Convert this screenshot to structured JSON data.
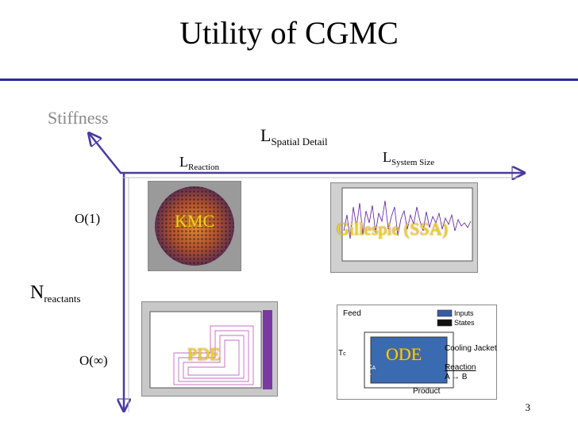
{
  "title": "Utility of CGMC",
  "axes": {
    "stiffness_label": "Stiffness",
    "n_reactants_main": "N",
    "n_reactants_sub": "reactants",
    "o1_label": "O(1)",
    "oinf_label": "O(∞)",
    "l_spatial_main": "L",
    "l_spatial_sub": "Spatial Detail",
    "l_reaction_main": "L",
    "l_reaction_sub": "Reaction",
    "l_system_main": "L",
    "l_system_sub": "System Size"
  },
  "methods": {
    "kmc": "KMC",
    "gillespie": "Gillespie (SSA)",
    "pde": "PDE",
    "ode": "ODE"
  },
  "ode_diagram": {
    "feed": "Feed",
    "inputs": "Inputs",
    "states": "States",
    "cooling_jacket": "Cooling Jacket",
    "reaction": "Reaction",
    "reaction_eq_a": "A",
    "reaction_eq_b": "B",
    "product": "Product",
    "tc": "T",
    "tc_sub": "c",
    "ca": "C",
    "ca_sub": "A",
    "t": "T"
  },
  "colors": {
    "title_rule": "#2a2a9a",
    "axis_arrow": "#4a3aa0",
    "method_label": "#f0d020"
  },
  "page_number": "3"
}
